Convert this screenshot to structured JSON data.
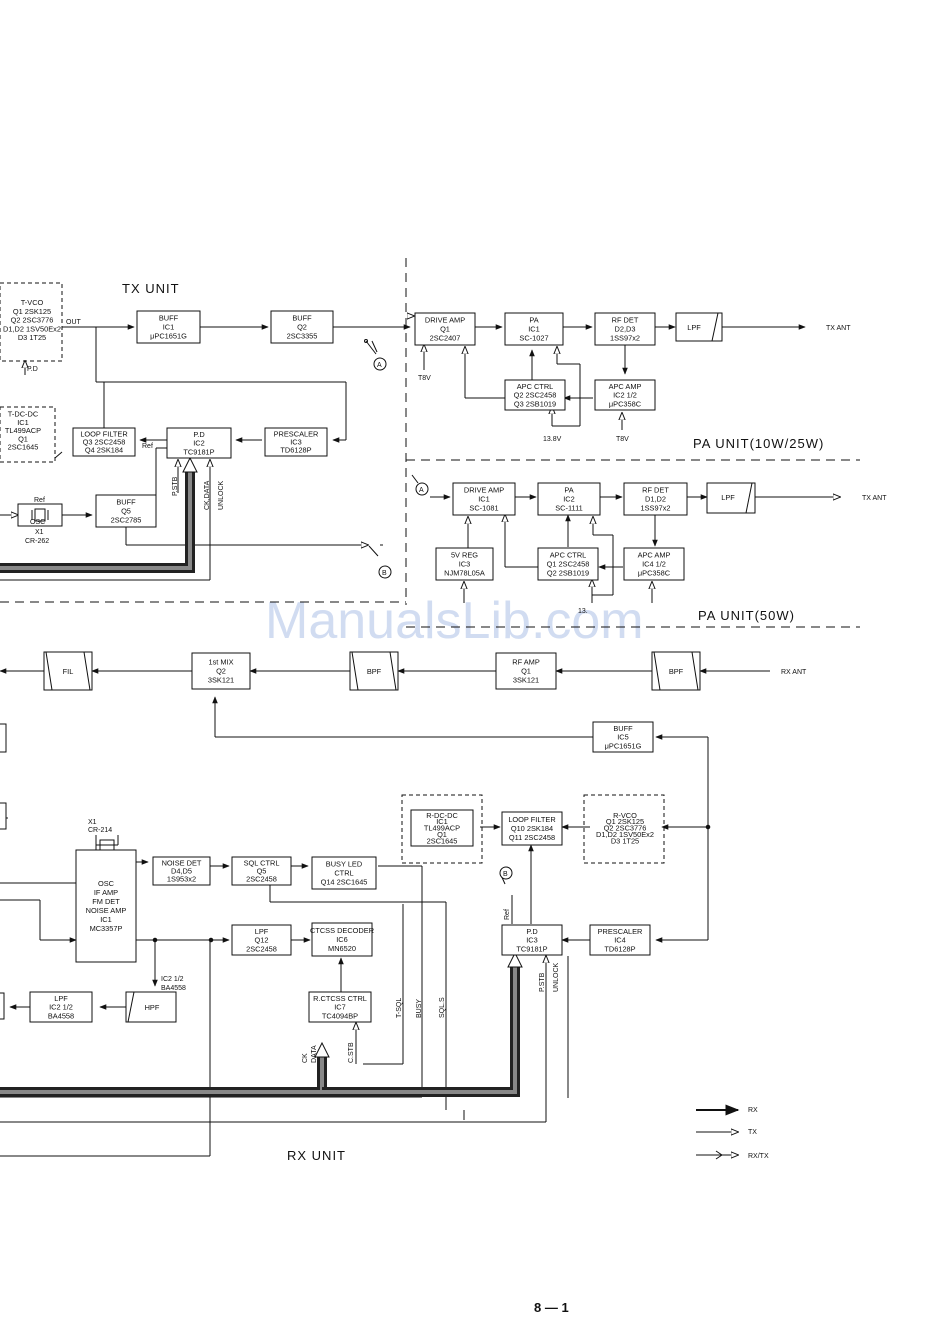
{
  "units": {
    "tx": "TX UNIT",
    "pa_25w": "PA UNIT(10W/25W)",
    "pa_50w": "PA UNIT(50W)",
    "rx": "RX UNIT"
  },
  "blocks": {
    "tvco": [
      "T-VCO",
      "Q1 2SK125",
      "Q2 2SC3776",
      "D1,D2 1SV50Ex2",
      "D3 1T25"
    ],
    "tx_buff1": [
      "BUFF",
      "IC1",
      "μPC1651G"
    ],
    "tx_buff2": [
      "BUFF",
      "Q2",
      "2SC3355"
    ],
    "tdcdc": [
      "T-DC-DC",
      "IC1",
      "TL499ACP",
      "Q1",
      "2SC1645"
    ],
    "tx_loop": [
      "LOOP FILTER",
      "Q3 2SC2458",
      "Q4 2SK184"
    ],
    "tx_pd": [
      "P.D",
      "IC2",
      "TC9181P"
    ],
    "tx_presc": [
      "PRESCALER",
      "IC3",
      "TD6128P"
    ],
    "tx_ref": [
      "Ref"
    ],
    "tx_buff5": [
      "BUFF",
      "Q5",
      "2SC2785"
    ],
    "pa1_drive": [
      "DRIVE AMP",
      "Q1",
      "2SC2407"
    ],
    "pa1_pa": [
      "PA",
      "IC1",
      "SC-1027"
    ],
    "pa1_rfdet": [
      "RF DET",
      "D2,D3",
      "1SS97x2"
    ],
    "pa1_lpf": [
      "LPF"
    ],
    "pa1_apcctrl": [
      "APC CTRL",
      "Q2 2SC2458",
      "Q3 2SB1019"
    ],
    "pa1_apcamp": [
      "APC AMP",
      "IC2 1/2",
      "μPC358C"
    ],
    "pa2_drive": [
      "DRIVE AMP",
      "IC1",
      "SC-1081"
    ],
    "pa2_pa": [
      "PA",
      "IC2",
      "SC-1111"
    ],
    "pa2_rfdet": [
      "RF DET",
      "D1,D2",
      "1SS97x2"
    ],
    "pa2_lpf": [
      "LPF"
    ],
    "pa2_reg": [
      "5V REG",
      "IC3",
      "NJM78L05A"
    ],
    "pa2_apcctrl": [
      "APC CTRL",
      "Q1 2SC2458",
      "Q2 2SB1019"
    ],
    "pa2_apcamp": [
      "APC AMP",
      "IC4 1/2",
      "μPC358C"
    ],
    "rx_fil": [
      "FIL"
    ],
    "rx_mix": [
      "1st MIX",
      "Q2",
      "3SK121"
    ],
    "rx_bpf1": [
      "BPF"
    ],
    "rx_rfamp": [
      "RF AMP",
      "Q1",
      "3SK121"
    ],
    "rx_bpf2": [
      "BPF"
    ],
    "rx_buff5": [
      "BUFF",
      "IC5",
      "μPC1651G"
    ],
    "rdcdc": [
      "R-DC-DC",
      "IC1",
      "TL499ACP",
      "Q1",
      "2SC1645"
    ],
    "rx_loop": [
      "LOOP FILTER",
      "Q10 2SK184",
      "Q11 2SC2458"
    ],
    "rvco": [
      "R-VCO",
      "Q1 2SK125",
      "Q2 2SC3776",
      "D1,D2 1SV50Ex2",
      "D3 1T25"
    ],
    "rx_if": [
      "OSC",
      "IF AMP",
      "FM DET",
      "NOISE AMP",
      "IC1",
      "MC3357P"
    ],
    "rx_noisedet": [
      "NOISE DET",
      "D4,D5",
      "1S953x2"
    ],
    "rx_sqlctrl": [
      "SQL CTRL",
      "Q5",
      "2SC2458"
    ],
    "rx_busyled": [
      "BUSY LED",
      "CTRL",
      "Q14 2SC1645"
    ],
    "rx_lpfq12": [
      "LPF",
      "Q12",
      "2SC2458"
    ],
    "rx_ctcss": [
      "CTCSS DECODER",
      "IC6",
      "MN6520"
    ],
    "rx_rctcss": [
      "R.CTCSS CTRL",
      "IC7",
      "TC4094BP"
    ],
    "rx_pd": [
      "P.D",
      "IC3",
      "TC9181P"
    ],
    "rx_presc": [
      "PRESCALER",
      "IC4",
      "TD6128P"
    ],
    "rx_hpf": [
      "HPF"
    ],
    "rx_lpfic2": [
      "LPF",
      "IC2 1/2",
      "BA4558"
    ]
  },
  "labels": {
    "out": "OUT",
    "pd_tx": "P.D",
    "tx_ant": "TX ANT",
    "rx_ant": "RX ANT",
    "t8v": "T8V",
    "v138": "13.8V",
    "v138_cut": "13.",
    "pstb": "P.STB",
    "ckdata": "CK,DATA",
    "unlock": "UNLOCK",
    "ref": "Ref",
    "osc": "OSC",
    "x1_tx": "X1",
    "xtal_tx": "CR-262",
    "x1_rx": "X1",
    "xtal_rx": "CR-214",
    "ic2half": "IC2 1/2",
    "ba4558": "BA4558",
    "tsql": "T-SQL",
    "busy": "BUSY",
    "sqls": "SQL.S",
    "ck": "CK",
    "data": "DATA",
    "cstb": "C.STB",
    "circle_a": "A",
    "circle_b": "B"
  },
  "legend": [
    "RX",
    "TX",
    "RX/TX"
  ],
  "page_number": "8 — 1",
  "watermark": "ManualsLib.com"
}
